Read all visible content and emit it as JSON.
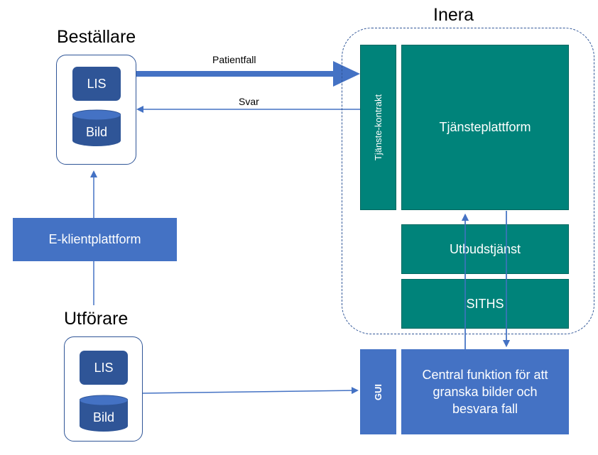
{
  "bestallare": {
    "title": "Beställare",
    "lis": "LIS",
    "bild": "Bild"
  },
  "utforare": {
    "title": "Utförare",
    "lis": "LIS",
    "bild": "Bild"
  },
  "eklient": {
    "label": "E-klientplattform"
  },
  "inera": {
    "title": "Inera",
    "tjanstekontrakt": "Tjänste-kontrakt",
    "tjansteplattform": "Tjänsteplattform",
    "utbudstjanst": "Utbudstjänst",
    "siths": "SITHS"
  },
  "gui": {
    "label": "GUI"
  },
  "central": {
    "label": "Central funktion för att granska bilder och besvara fall"
  },
  "arrows": {
    "patientfall": "Patientfall",
    "svar": "Svar"
  },
  "colors": {
    "dark_blue": "#2f5597",
    "teal": "#00837a",
    "blue": "#4472c4",
    "line": "#4472c4"
  }
}
